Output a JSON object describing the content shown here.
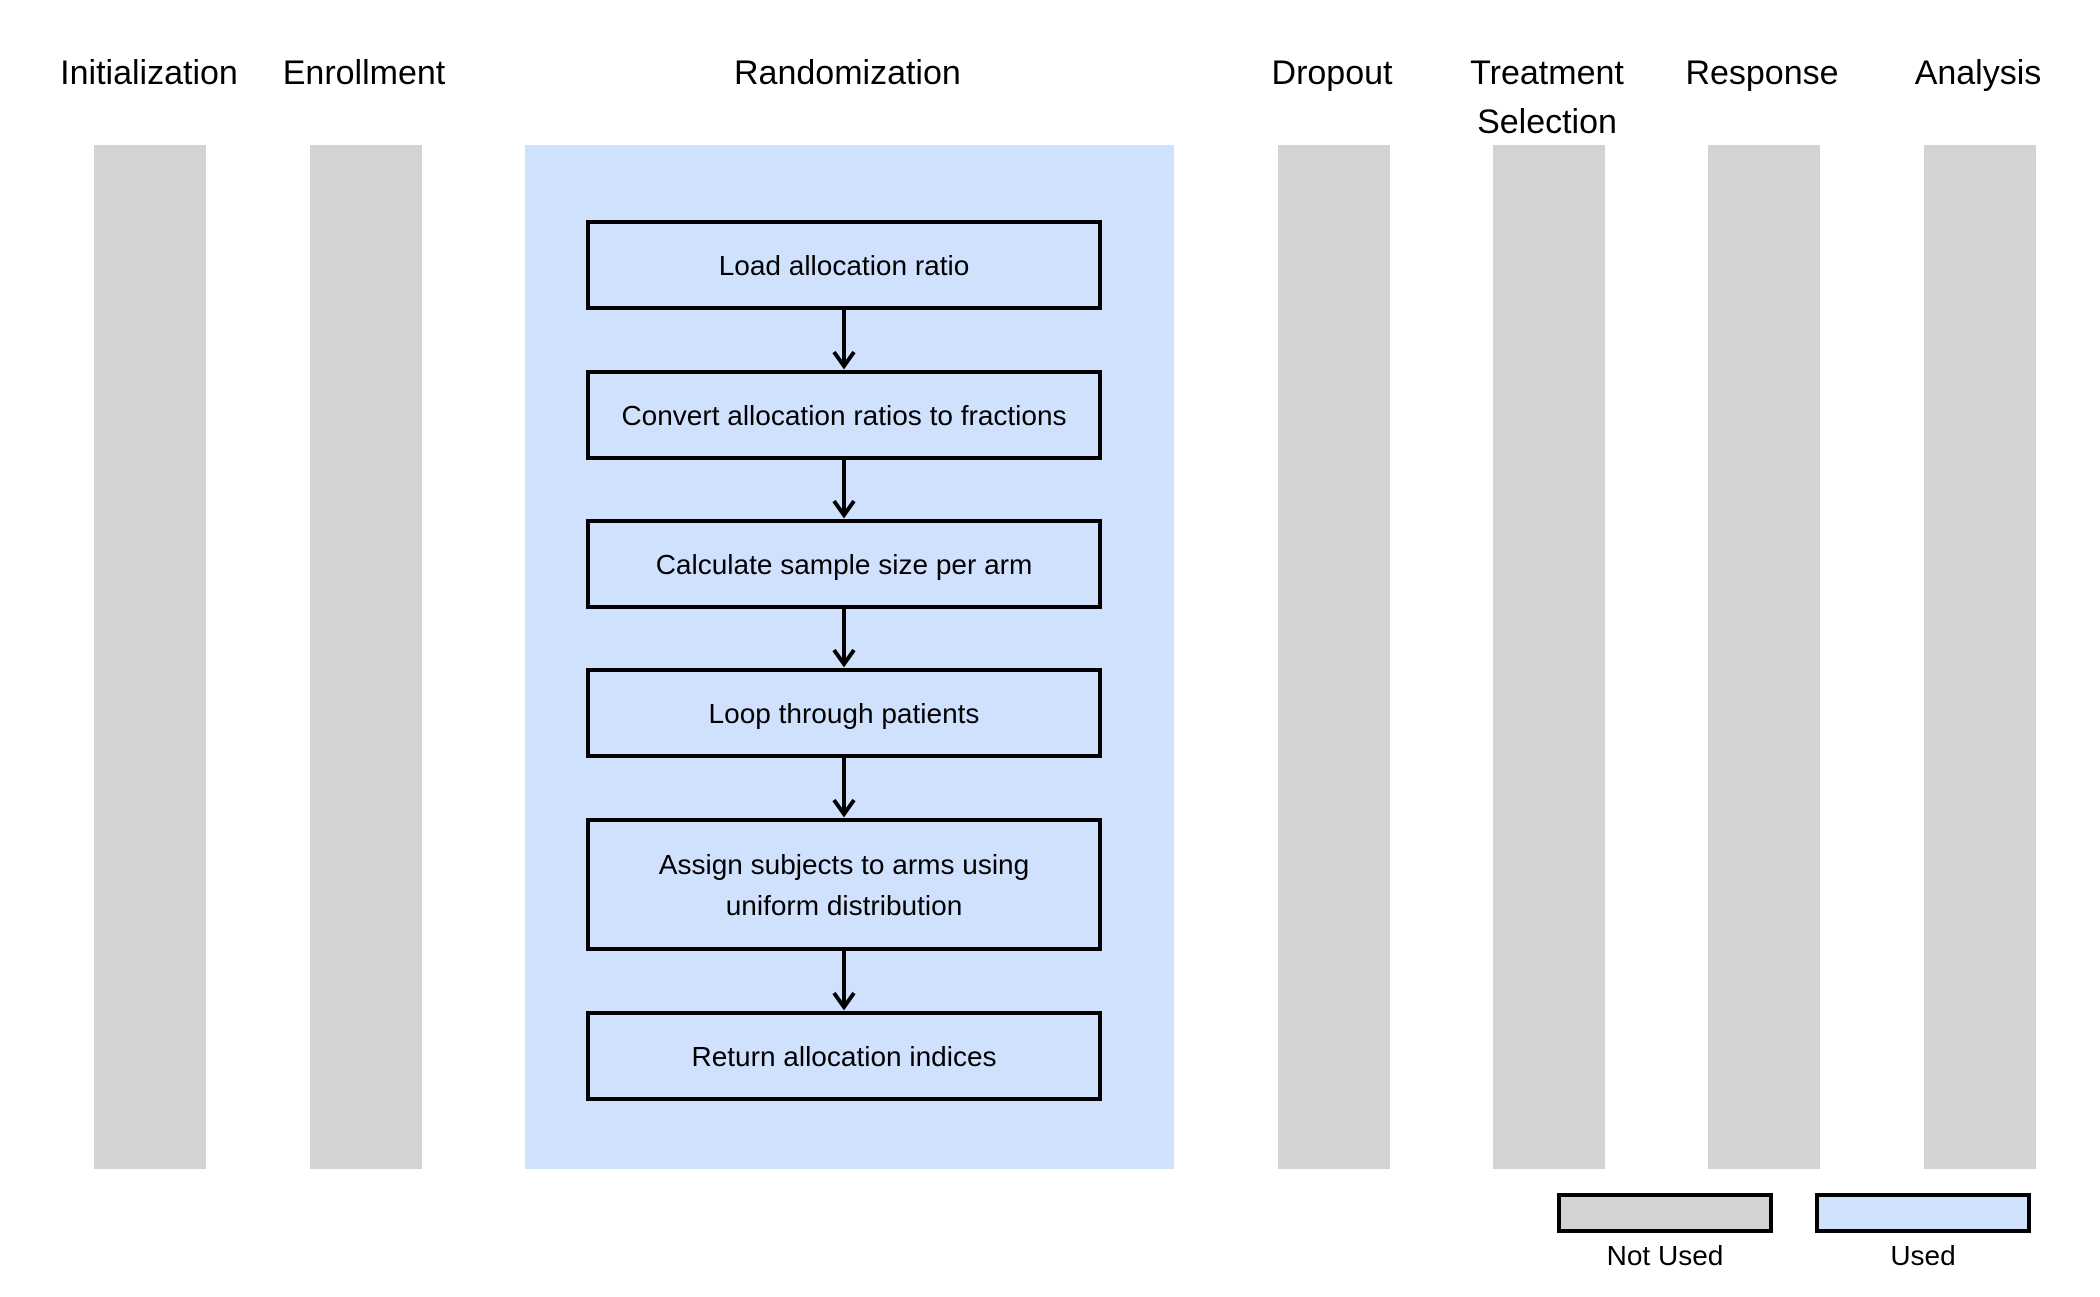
{
  "colors": {
    "not_used": "#d3d3d3",
    "used": "#cfe1fd",
    "border": "#000000",
    "text": "#000000"
  },
  "columns": [
    {
      "title_lines": [
        "Initialization"
      ],
      "status": "not_used"
    },
    {
      "title_lines": [
        "Enrollment"
      ],
      "status": "not_used"
    },
    {
      "title_lines": [
        "Randomization"
      ],
      "status": "used"
    },
    {
      "title_lines": [
        "Dropout"
      ],
      "status": "not_used"
    },
    {
      "title_lines": [
        "Treatment",
        "Selection"
      ],
      "status": "not_used"
    },
    {
      "title_lines": [
        "Response"
      ],
      "status": "not_used"
    },
    {
      "title_lines": [
        "Analysis"
      ],
      "status": "not_used"
    }
  ],
  "steps": [
    {
      "lines": [
        "Load allocation ratio"
      ]
    },
    {
      "lines": [
        "Convert allocation ratios to fractions"
      ]
    },
    {
      "lines": [
        "Calculate sample size per arm"
      ]
    },
    {
      "lines": [
        "Loop through patients"
      ]
    },
    {
      "lines": [
        "Assign subjects to arms using",
        "uniform distribution"
      ]
    },
    {
      "lines": [
        "Return allocation indices"
      ]
    }
  ],
  "legend": {
    "not_used_label": "Not Used",
    "used_label": "Used"
  }
}
